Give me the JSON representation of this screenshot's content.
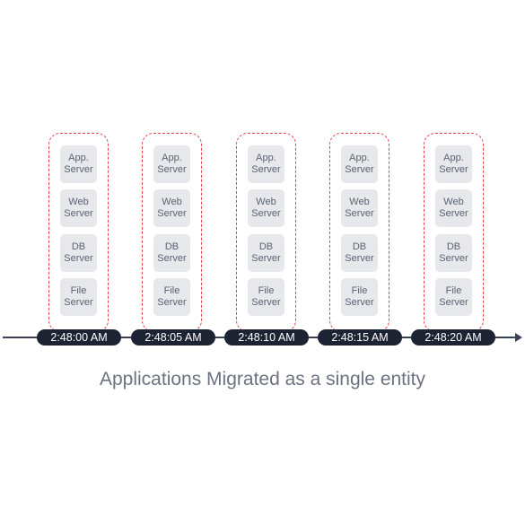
{
  "groups": [
    {
      "time": "2:48:00 AM",
      "servers": [
        "App.\nServer",
        "Web\nServer",
        "DB\nServer",
        "File\nServer"
      ]
    },
    {
      "time": "2:48:05 AM",
      "servers": [
        "App.\nServer",
        "Web\nServer",
        "DB\nServer",
        "File\nServer"
      ]
    },
    {
      "time": "2:48:10 AM",
      "servers": [
        "App.\nServer",
        "Web\nServer",
        "DB\nServer",
        "File\nServer"
      ]
    },
    {
      "time": "2:48:15 AM",
      "servers": [
        "App.\nServer",
        "Web\nServer",
        "DB\nServer",
        "File\nServer"
      ]
    },
    {
      "time": "2:48:20 AM",
      "servers": [
        "App.\nServer",
        "Web\nServer",
        "DB\nServer",
        "File\nServer"
      ]
    }
  ],
  "caption": "Applications Migrated as a single entity",
  "colors": {
    "group_border": "#e0454e",
    "server_fill": "#e6e8ec",
    "timeline": "#3a4356",
    "time_pill": "#1c2333"
  }
}
